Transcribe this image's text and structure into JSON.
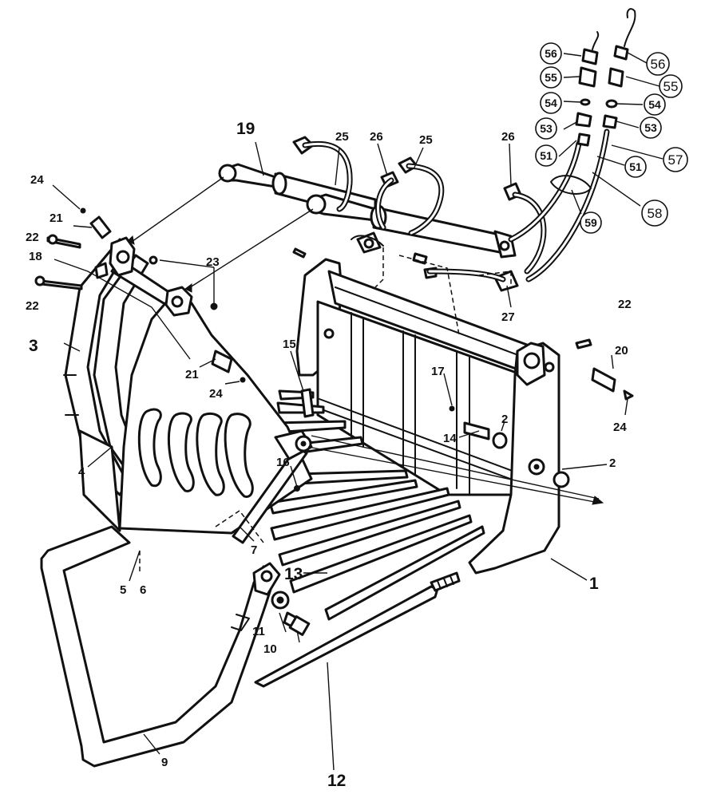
{
  "diagram": {
    "part_numbers": [
      {
        "id": "p1",
        "text": "1"
      },
      {
        "id": "p2a",
        "text": "2"
      },
      {
        "id": "p2b",
        "text": "2"
      },
      {
        "id": "p3",
        "text": "3"
      },
      {
        "id": "p4",
        "text": "4"
      },
      {
        "id": "p5",
        "text": "5"
      },
      {
        "id": "p6",
        "text": "6"
      },
      {
        "id": "p7",
        "text": "7"
      },
      {
        "id": "p9",
        "text": "9"
      },
      {
        "id": "p10",
        "text": "10"
      },
      {
        "id": "p11",
        "text": "11"
      },
      {
        "id": "p12",
        "text": "12"
      },
      {
        "id": "p13",
        "text": "13"
      },
      {
        "id": "p14",
        "text": "14"
      },
      {
        "id": "p15",
        "text": "15"
      },
      {
        "id": "p16",
        "text": "16"
      },
      {
        "id": "p17",
        "text": "17"
      },
      {
        "id": "p18",
        "text": "18"
      },
      {
        "id": "p19",
        "text": "19"
      },
      {
        "id": "p20",
        "text": "20"
      },
      {
        "id": "p21a",
        "text": "21"
      },
      {
        "id": "p21b",
        "text": "21"
      },
      {
        "id": "p22a",
        "text": "22"
      },
      {
        "id": "p22b",
        "text": "22"
      },
      {
        "id": "p22c",
        "text": "22"
      },
      {
        "id": "p23",
        "text": "23"
      },
      {
        "id": "p24a",
        "text": "24"
      },
      {
        "id": "p24b",
        "text": "24"
      },
      {
        "id": "p24c",
        "text": "24"
      },
      {
        "id": "p25a",
        "text": "25"
      },
      {
        "id": "p25b",
        "text": "25"
      },
      {
        "id": "p26a",
        "text": "26"
      },
      {
        "id": "p26b",
        "text": "26"
      },
      {
        "id": "p27",
        "text": "27"
      }
    ],
    "circled_numbers": [
      {
        "id": "c56a",
        "text": "56"
      },
      {
        "id": "c55a",
        "text": "55"
      },
      {
        "id": "c54a",
        "text": "54"
      },
      {
        "id": "c53a",
        "text": "53"
      },
      {
        "id": "c51a",
        "text": "51"
      },
      {
        "id": "c56b",
        "text": "56"
      },
      {
        "id": "c55b",
        "text": "55"
      },
      {
        "id": "c54b",
        "text": "54"
      },
      {
        "id": "c53b",
        "text": "53"
      },
      {
        "id": "c57",
        "text": "57"
      },
      {
        "id": "c51b",
        "text": "51"
      },
      {
        "id": "c58",
        "text": "58"
      },
      {
        "id": "c59",
        "text": "59"
      }
    ]
  }
}
